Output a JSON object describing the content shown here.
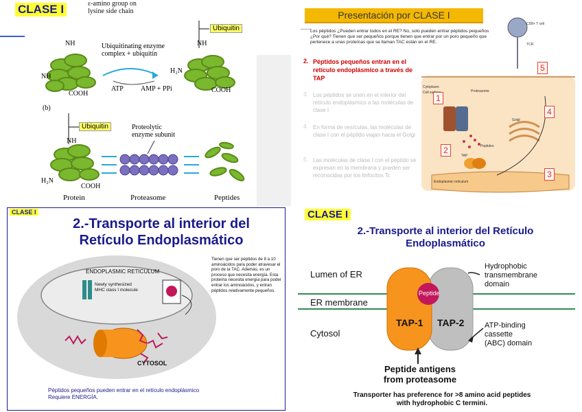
{
  "panel1": {
    "tag": "CLASE I",
    "label_a_group": "ε-amino group on",
    "label_a_group2": "lysine side chain",
    "ubiquitin1": "Ubiquitin",
    "enzyme": "Ubiquitinating enzyme",
    "enzyme2": "complex + ubiquitin",
    "nh2_top": "NH",
    "nh2_left": "NH",
    "cooh1": "COOH",
    "atp": "ATP",
    "amp": "AMP + PPi",
    "h2n": "H₂N",
    "cooh2": "COOH",
    "nh_right": "NH",
    "b_label": "(b)",
    "ubiquitin2": "Ubiquitin",
    "nh_b": "NH",
    "proteolytic": "Proteolytic",
    "proteolytic2": "enzyme subunit",
    "h2n_b": "H₂N",
    "cooh_b": "COOH",
    "protein": "Protein",
    "proteasome": "Proteasome",
    "peptides": "Peptides"
  },
  "panel2": {
    "title": "Presentación por CLASE I",
    "intro": "Los péptidos ¿Pueden entrar todos en el RE? No, solo pueden entrar péptidos pequeños ¿Por qué? Tienen que ser pequeños porque tienen que entrar por un poro pequeño que pertenece a unas proteínas que se llaman TAC están en el RE.",
    "step2_num": "2.",
    "step2": "Péptidos pequeños entran en el retículo endoplásmico a través de TAP",
    "step3_num": "3.",
    "step3": "Los péptidos se unen en el interior del retículo endoplásmico a las moléculas de clase I",
    "step4_num": "4.",
    "step4": "En forma de vesículas, las moléculas de clase I con el péptido viajan hacia el Golgi",
    "step5_num": "5.",
    "step5": "Las moléculas de clase I con el péptido se expresan en la membrana y pueden ser reconocidas por los linfocitos Tc",
    "box1": "1",
    "box2": "2",
    "box3": "3",
    "box4": "4",
    "box5": "5",
    "cell_surface": "Cell surface",
    "cytoplasm": "Cytoplasm",
    "proteasome": "Proteasome",
    "peptides": "Peptides",
    "tap": "TAP",
    "golgi": "Golgi",
    "er": "Endoplasmic reticulum",
    "tcr": "TCR",
    "cd8": "CD8+ T cell"
  },
  "panel3": {
    "tag": "CLASE I",
    "title1": "2.-Transporte al interior del",
    "title2": "Retículo Endoplasmático",
    "er_label": "ENDOPLASMIC RETICULUM",
    "mhc1": "Newly synthesized",
    "mhc2": "MHC class I molecule",
    "cytosol": "CYTOSOL",
    "note": "Tienen que ser péptidos de 8 a 10 aminoácidos para poder atravesar el poro de la TAC. Además, es un proceso que necesita energía. Esta proteína necesita energía para poder entrar los aminoácidos, y entran péptidos relativamente pequeños.",
    "footer1": "Péptidos pequeños pueden entrar en el retículo endoplásmico",
    "footer2": "Requiere ENERGÍA."
  },
  "panel4": {
    "tag": "CLASE I",
    "title1": "2.-Transporte al interior del Retículo",
    "title2": "Endoplasmático",
    "lumen": "Lumen of ER",
    "er_membrane": "ER membrane",
    "cytosol": "Cytosol",
    "peptide": "Peptide",
    "tap1": "TAP-1",
    "tap2": "TAP-2",
    "hydrophobic1": "Hydrophobic",
    "hydrophobic2": "transmembrane",
    "hydrophobic3": "domain",
    "atp1": "ATP-binding",
    "atp2": "cassette",
    "atp3": "(ABC) domain",
    "antigens1": "Peptide antigens",
    "antigens2": "from proteasome",
    "footer1": "Transporter has preference for >8 amino acid peptides",
    "footer2": "with hydrophobic C termini."
  },
  "colors": {
    "green_protein": "#7ab82e",
    "orange_tap": "#f7941d",
    "gray_tap": "#bfbfbf",
    "peptide_magenta": "#c2185b",
    "navy_title": "#1a1a8c",
    "er_line": "#2e8b57"
  }
}
